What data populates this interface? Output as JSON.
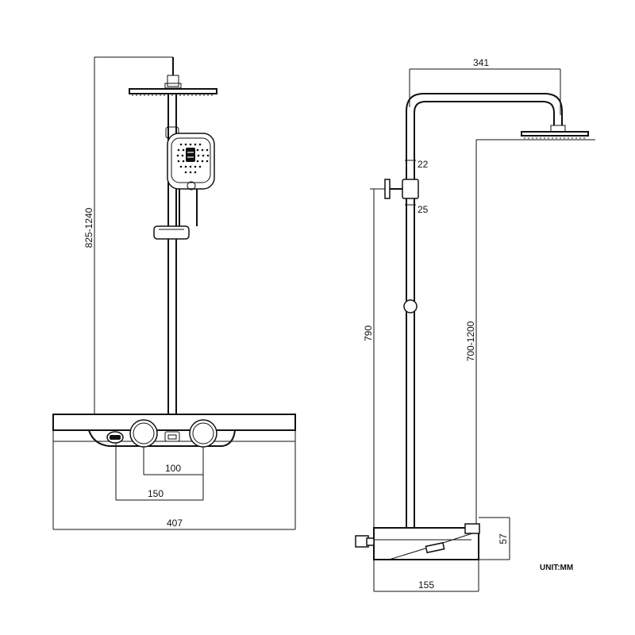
{
  "front_view": {
    "height_range": "825-1240",
    "spacing_small": "100",
    "spacing_large": "150",
    "width": "407"
  },
  "side_view": {
    "arm_reach": "341",
    "pipe_dia_upper": "22",
    "pipe_dia_lower": "25",
    "handshower_height": "790",
    "rain_height_range": "700-1200",
    "body_height": "57",
    "body_depth": "155"
  },
  "unit_label": "UNIT:MM"
}
